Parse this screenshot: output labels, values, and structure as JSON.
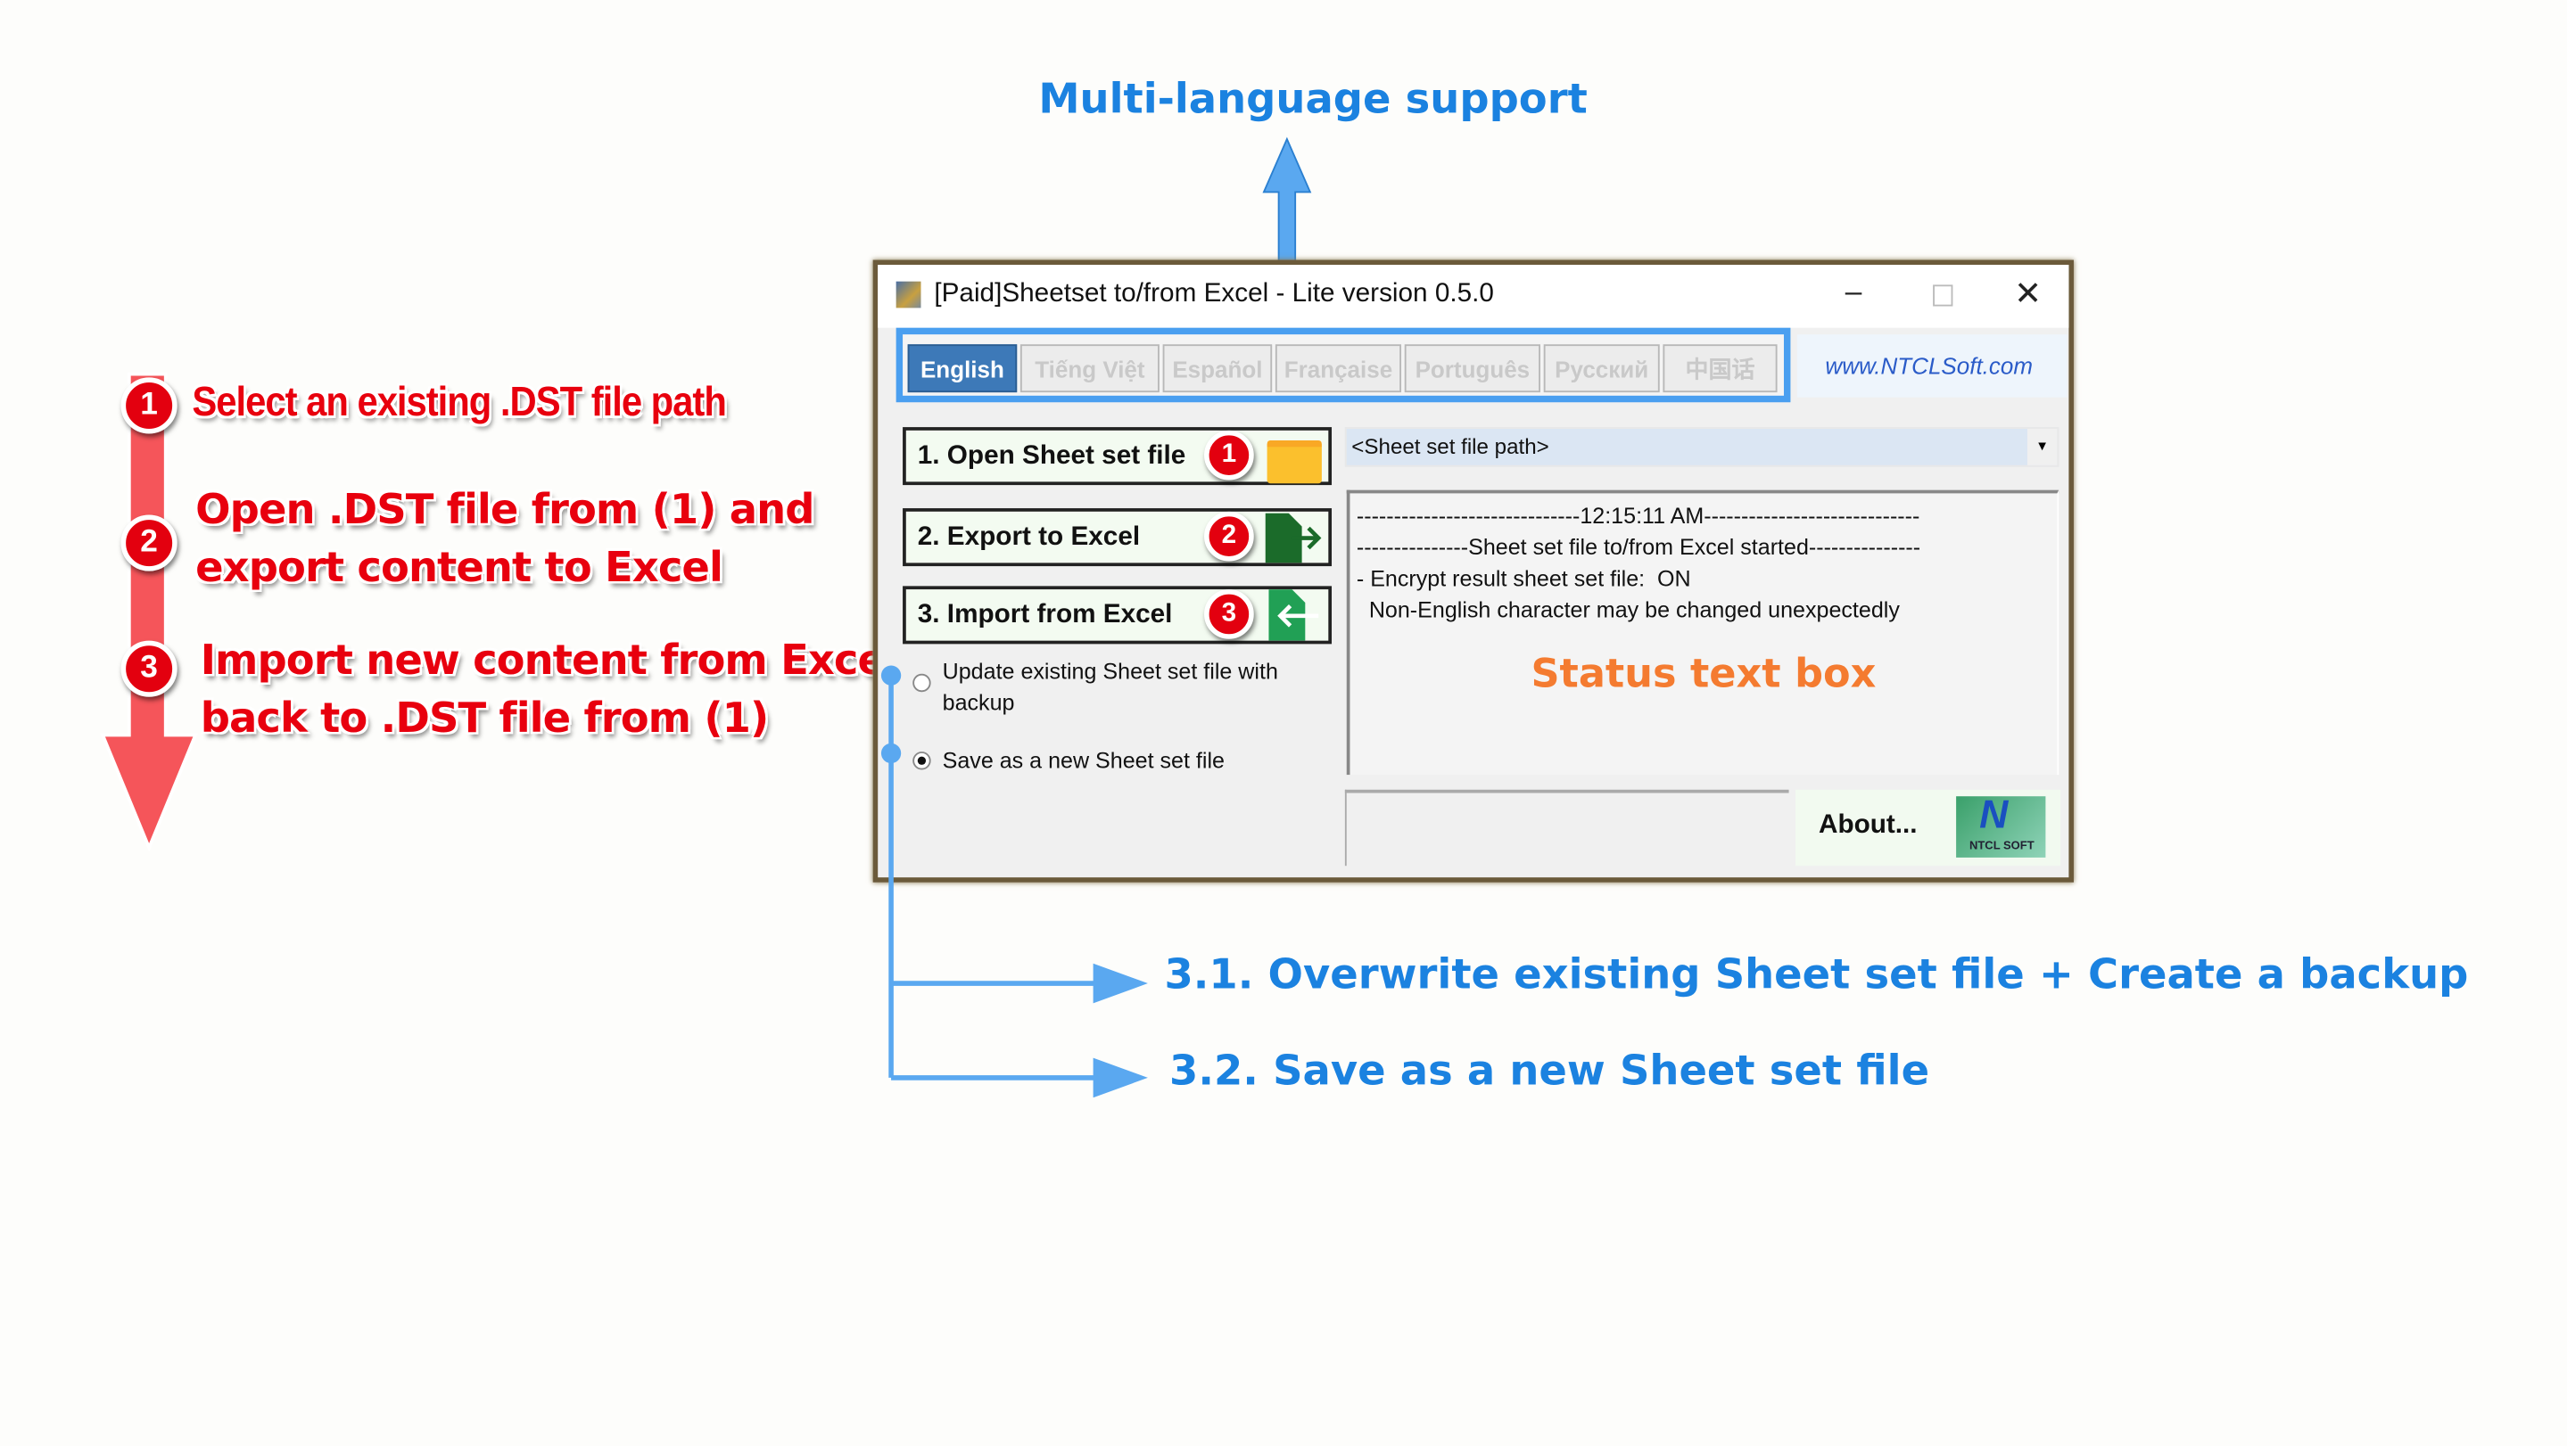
{
  "annotations": {
    "multi_language": "Multi-language support",
    "steps": [
      {
        "number": "1",
        "lines": [
          "Select an existing .DST file path"
        ]
      },
      {
        "number": "2",
        "lines": [
          "Open .DST file from (1) and",
          "export content to Excel"
        ]
      },
      {
        "number": "3",
        "lines": [
          "Import new content from Excel",
          "back to .DST file from (1)"
        ]
      }
    ],
    "option_1": "3.1. Overwrite existing Sheet set file + Create a backup",
    "option_2": "3.2. Save as a new Sheet set file",
    "status_label": "Status text box"
  },
  "window": {
    "title": "[Paid]Sheetset to/from Excel - Lite version 0.5.0",
    "languages": [
      "English",
      "Tiếng Việt",
      "Español",
      "Française",
      "Português",
      "Русский",
      "中国话"
    ],
    "active_language": "English",
    "website": "www.NTCLSoft.com",
    "buttons": [
      {
        "label": "1. Open Sheet set file",
        "badge": "1"
      },
      {
        "label": "2. Export   to   Excel",
        "badge": "2"
      },
      {
        "label": "3. Import from Excel",
        "badge": "3"
      }
    ],
    "path_placeholder": "<Sheet set file path>",
    "status_lines": [
      "------------------------------12:15:11 AM-----------------------------",
      "---------------Sheet set file to/from Excel started---------------",
      "- Encrypt result sheet set file:  ON",
      "  Non-English character may be changed unexpectedly"
    ],
    "radio_update": "Update existing Sheet set file with backup",
    "radio_save_new": "Save as a new Sheet set file",
    "radio_selected": "save_new",
    "about_label": "About...",
    "logo_text": "NTCL SOFT"
  },
  "colors": {
    "annotation_blue": "#1b82e0",
    "annotation_red": "#e8000e",
    "status_orange": "#f47b30"
  }
}
